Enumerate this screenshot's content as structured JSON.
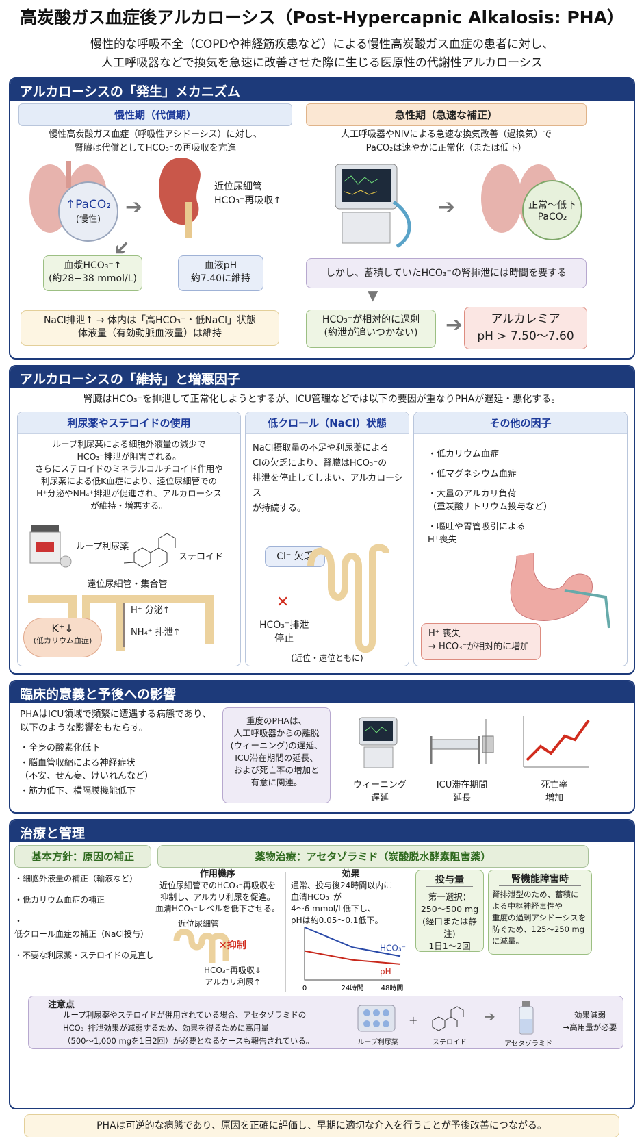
{
  "title": "高炭酸ガス血症後アルカローシス（Post-Hypercapnic Alkalosis: PHA）",
  "subtitle": [
    "慢性的な呼吸不全（COPDや神経筋疾患など）による慢性高炭酸ガス血症の患者に対し、",
    "人工呼吸器などで換気を急速に改善させた際に生じる医原性の代謝性アルカローシス"
  ],
  "s1": {
    "header": "アルカローシスの「発生」メカニズム",
    "chronic": {
      "title": "慢性期（代償期）",
      "desc": [
        "慢性高炭酸ガス血症（呼吸性アシドーシス）に対し、",
        "腎臓は代償としてHCO₃⁻の再吸収を亢進"
      ],
      "paco2": "↑PaCO₂",
      "paco2_sub": "(慢性)",
      "kidney_label": [
        "近位尿細管",
        "HCO₃⁻再吸収↑"
      ],
      "plasma": [
        "血漿HCO₃⁻↑",
        "(約28−38 mmol/L)"
      ],
      "ph": [
        "血液pH",
        "約7.40に維持"
      ],
      "nacl": [
        "NaCl排泄↑ → 体内は「高HCO₃⁻・低NaCl」状態",
        "体液量（有効動脈血液量）は維持"
      ]
    },
    "acute": {
      "title": "急性期（急速な補正）",
      "desc": [
        "人工呼吸器やNIVによる急速な換気改善（過換気）で",
        "PaCO₂は速やかに正常化（または低下）"
      ],
      "lung_label": [
        "正常〜低下",
        "PaCO₂"
      ],
      "note": "しかし、蓄積していたHCO₃⁻の腎排泄には時間を要する",
      "excess": [
        "HCO₃⁻が相対的に過剰",
        "(約泄が追いつかない)"
      ],
      "alk": [
        "アルカレミア",
        "pH > 7.50〜7.60"
      ]
    }
  },
  "s2": {
    "header": "アルカローシスの「維持」と増悪因子",
    "intro": "腎臓はHCO₃⁻を排泄して正常化しようとするが、ICU管理などでは以下の要因が重なりPHAが遅延・悪化する。",
    "c1": {
      "title": "利尿薬やステロイドの使用",
      "text": [
        "ループ利尿薬による細胞外液量の減少で",
        "HCO₃⁻排泄が阻害される。",
        "さらにステロイドのミネラルコルチコイド作用や",
        "利尿薬による低K血症により、遠位尿細管での",
        "H⁺分泌やNH₄⁺排泄が促進され、アルカローシス",
        "が維持・増悪する。"
      ],
      "loop": "ループ利尿薬",
      "steroid": "ステロイド",
      "tubule": "遠位尿細管・集合管",
      "h": "H⁺ 分泌↑",
      "nh4": "NH₄⁺ 排泄↑",
      "k": "K⁺↓",
      "k_sub": "(低カリウム血症)"
    },
    "c2": {
      "title": "低クロール（NaCl）状態",
      "text": [
        "NaCl摂取量の不足や利尿薬による",
        "Clの欠乏により、腎臓はHCO₃⁻の",
        "排泄を停止してしまい、アルカローシス",
        "が持続する。"
      ],
      "cl": "Cl⁻ 欠乏",
      "stop": [
        "HCO₃⁻排泄",
        "停止"
      ],
      "both": "(近位・遠位ともに)"
    },
    "c3": {
      "title": "その他の因子",
      "items": [
        "低カリウム血症",
        "低マグネシウム血症",
        "大量のアルカリ負荷\n（重炭酸ナトリウム投与など）",
        "嘔吐や胃管吸引による\nH⁺喪失"
      ],
      "box": [
        "H⁺ 喪失",
        "→ HCO₃⁻が相対的に増加"
      ]
    }
  },
  "s3": {
    "header": "臨床的意義と予後への影響",
    "intro": [
      "PHAはICU領域で頻繁に遭遇する病態であり、",
      "以下のような影響をもたらす。"
    ],
    "items": [
      "全身の酸素化低下",
      "脳血管収縮による神経症状\n（不安、せん妄、けいれんなど）",
      "筋力低下、横隔膜機能低下"
    ],
    "box": [
      "重度のPHAは、",
      "人工呼吸器からの離脱",
      "(ウィーニング)の遅延、",
      "ICU滞在期間の延長、",
      "および死亡率の増加と",
      "有意に関連。"
    ],
    "icons": [
      [
        "ウィーニング",
        "遅延"
      ],
      [
        "ICU滞在期間",
        "延長"
      ],
      [
        "死亡率",
        "増加"
      ]
    ]
  },
  "s4": {
    "header": "治療と管理",
    "basic": {
      "title": "基本方針：原因の補正",
      "items": [
        "細胞外液量の補正（輸液など）",
        "低カリウム血症の補正",
        "低クロール血症の補正（NaCl投与）",
        "不要な利尿薬・ステロイドの見直し"
      ]
    },
    "drug": {
      "title": "薬物治療：アセタゾラミド（炭酸脱水酵素阻害薬）",
      "mech": {
        "title": "作用機序",
        "text": [
          "近位尿細管でのHCO₃⁻再吸収を",
          "抑制し、アルカリ利尿を促進。",
          "血清HCO₃⁻レベルを低下させる。"
        ],
        "tubule": "近位尿細管",
        "inhibit": "✕抑制",
        "result": [
          "HCO₃⁻再吸収↓",
          "アルカリ利尿↑"
        ]
      },
      "effect": {
        "title": "効果",
        "text": [
          "通常、投与後24時間以内に",
          "血清HCO₃⁻が",
          "4〜6 mmol/L低下し、",
          "pHは約0.05〜0.1低下。"
        ]
      },
      "dose": {
        "title": "投与量",
        "text": [
          "第一選択：",
          "250〜500 mg",
          "(経口または静注)",
          "1日1〜2回"
        ]
      },
      "renal": {
        "title": "腎機能障害時",
        "text": [
          "腎排泄型のため、蓄積に",
          "よる中枢神経毒性や",
          "重度の過剰アシドーシスを",
          "防ぐため、125〜250 mg",
          "に減量。"
        ]
      }
    },
    "caution": {
      "title": "注意点",
      "text": [
        "ループ利尿薬やステロイドが併用されている場合、アセタゾラミドの",
        "HCO₃⁻排泄効果が減弱するため、効果を得るために高用量",
        "（500〜1,000 mgを1日2回）が必要となるケースも報告されている。"
      ],
      "labels": [
        "ループ利尿薬",
        "ステロイド",
        "アセタゾラミド"
      ],
      "result": [
        "効果減弱",
        "→高用量が必要"
      ]
    }
  },
  "chart_data": {
    "type": "line",
    "title": "",
    "xlabel": "",
    "ylabel": "",
    "x_ticks": [
      "0",
      "24時間",
      "48時間"
    ],
    "x": [
      0,
      24,
      48
    ],
    "series": [
      {
        "name": "HCO₃⁻",
        "color": "#2a4aa8",
        "values": [
          1.0,
          0.62,
          0.45
        ]
      },
      {
        "name": "pH",
        "color": "#c8281c",
        "values": [
          0.55,
          0.38,
          0.3
        ]
      }
    ]
  },
  "footer": "PHAは可逆的な病態であり、原因を正確に評価し、早期に適切な介入を行うことが予後改善につながる。"
}
